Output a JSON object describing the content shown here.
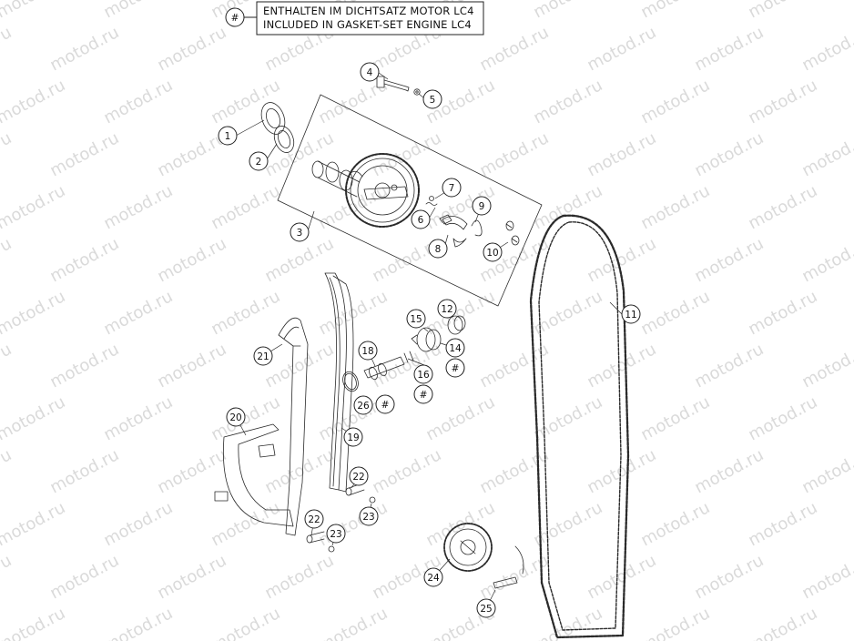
{
  "legend": {
    "symbol": "#",
    "line1": "ENTHALTEN IM DICHTSATZ MOTOR LC4",
    "line2": "INCLUDED IN GASKET-SET ENGINE LC4"
  },
  "watermark": "motod.ru",
  "callouts": {
    "c1": "1",
    "c2": "2",
    "c3": "3",
    "c4": "4",
    "c5": "5",
    "c6": "6",
    "c7": "7",
    "c8": "8",
    "c9": "9",
    "c10": "10",
    "c11": "11",
    "c12": "12",
    "c14": "14",
    "c14h": "#",
    "c15": "15",
    "c16": "16",
    "c16h": "#",
    "c18": "18",
    "c19": "19",
    "c20": "20",
    "c21": "21",
    "c22a": "22",
    "c22b": "22",
    "c23a": "23",
    "c23b": "23",
    "c24": "24",
    "c25": "25",
    "c26": "26",
    "c26h": "#"
  },
  "colors": {
    "line": "#2a2a2a",
    "watermark": "#d4d4d4"
  }
}
